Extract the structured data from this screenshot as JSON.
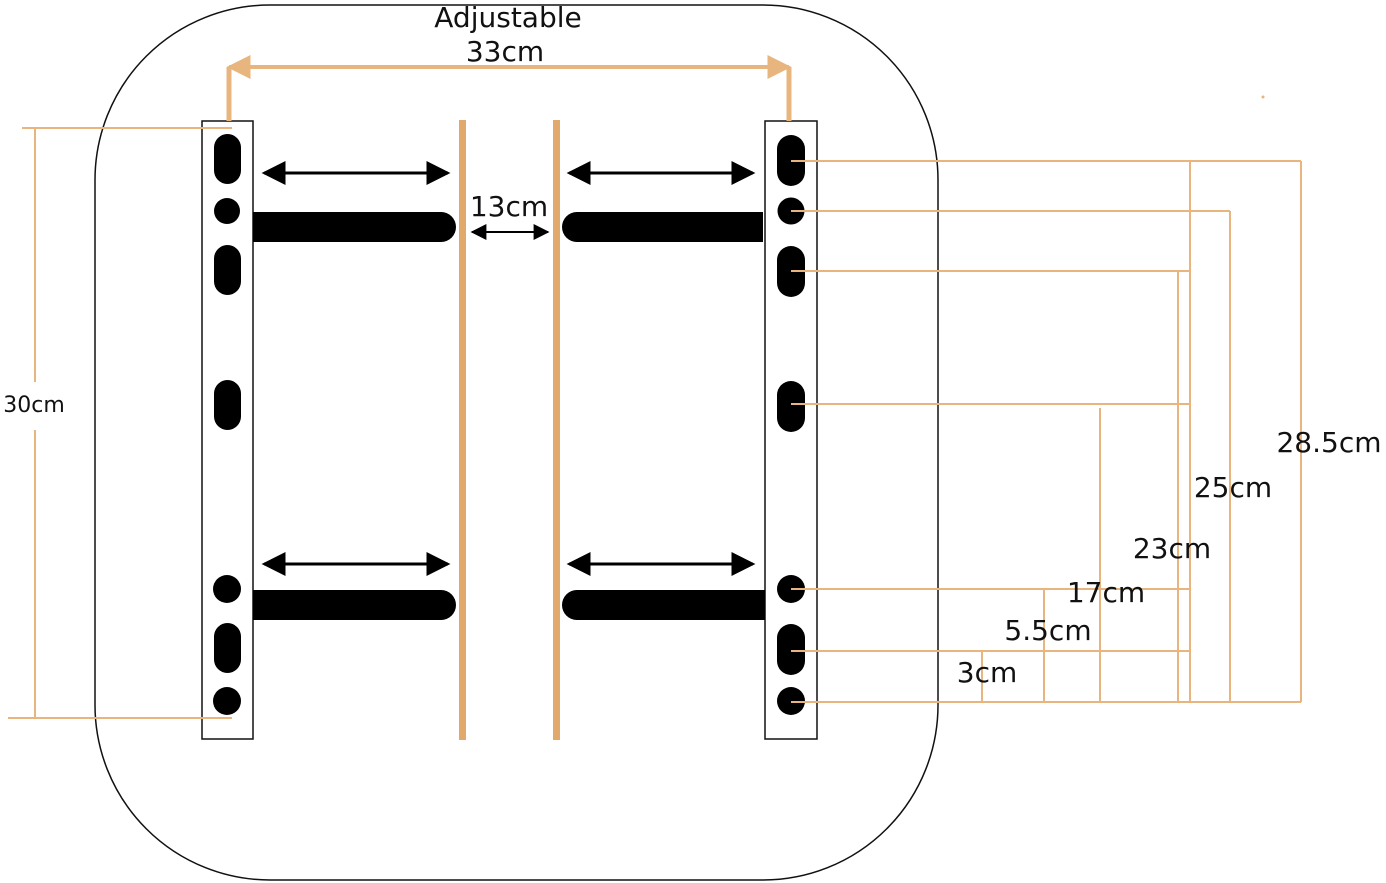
{
  "labels": {
    "adjustable": "Adjustable",
    "width": "33cm",
    "gap": "13cm",
    "height": "30cm",
    "d285": "28.5cm",
    "d25": "25cm",
    "d23": "23cm",
    "d17": "17cm",
    "d55": "5.5cm",
    "d3": "3cm"
  },
  "colors": {
    "dimension": "#E8B57F",
    "bracket": "#E2A96C",
    "hole": "#000000",
    "outline": "#111111"
  }
}
